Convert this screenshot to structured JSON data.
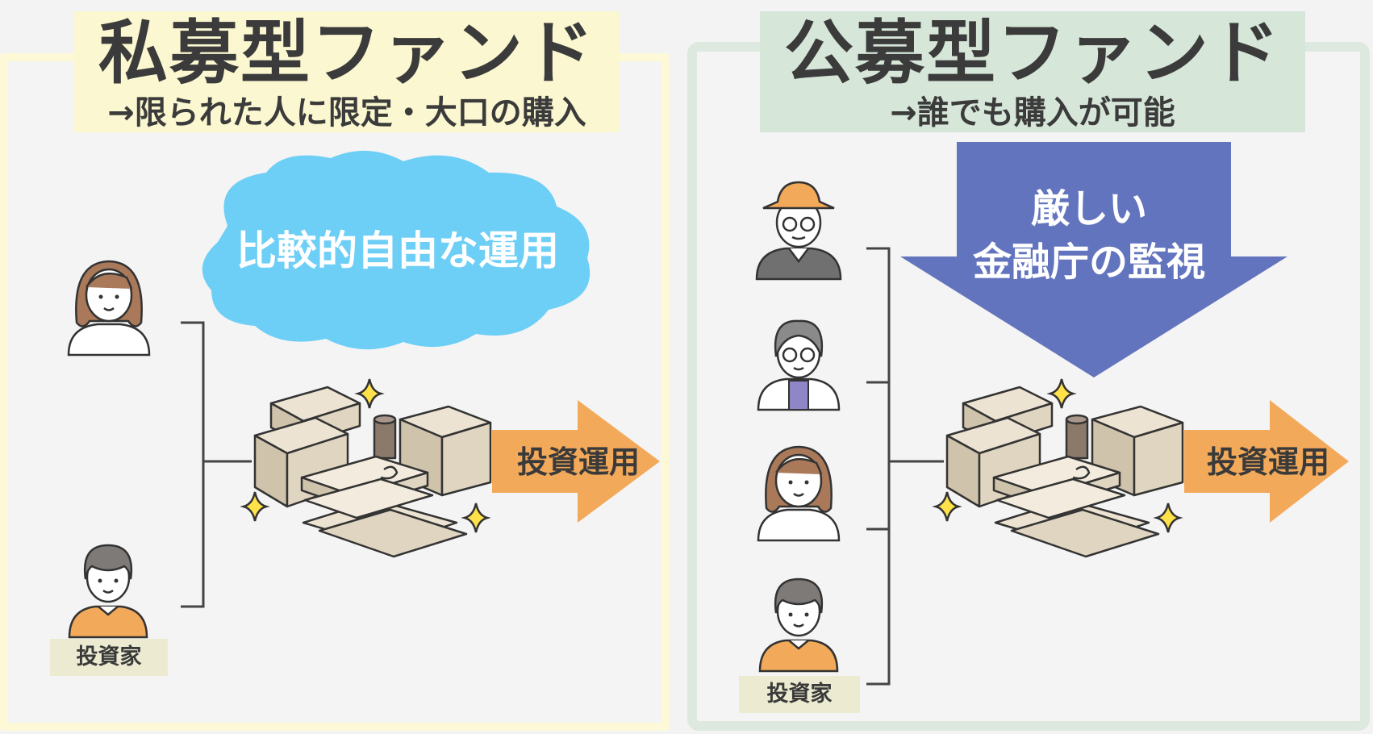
{
  "private_fund": {
    "title": "私募型ファンド",
    "subtitle": "→限られた人に限定・大口の購入",
    "cloud_text": "比較的自由な運用",
    "arrow_text": "投資運用",
    "investor_label": "投資家"
  },
  "public_fund": {
    "title": "公募型ファンド",
    "subtitle": "→誰でも購入が可能",
    "supervision_line1": "厳しい",
    "supervision_line2": "金融庁の監視",
    "arrow_text": "投資運用",
    "investor_label": "投資家"
  },
  "colors": {
    "private_accent": "#fbf7d0",
    "public_accent": "#d6e6d8",
    "cloud": "#6dcff6",
    "supervision_arrow": "#6374be",
    "investment_arrow": "#f2a95a"
  },
  "icons": [
    "investor-woman-icon",
    "investor-man-icon",
    "investor-elder-hat-icon",
    "investor-woman-glasses-icon",
    "money-pile-icon",
    "sparkle-icon",
    "cloud-icon",
    "down-arrow-icon",
    "right-arrow-icon"
  ]
}
